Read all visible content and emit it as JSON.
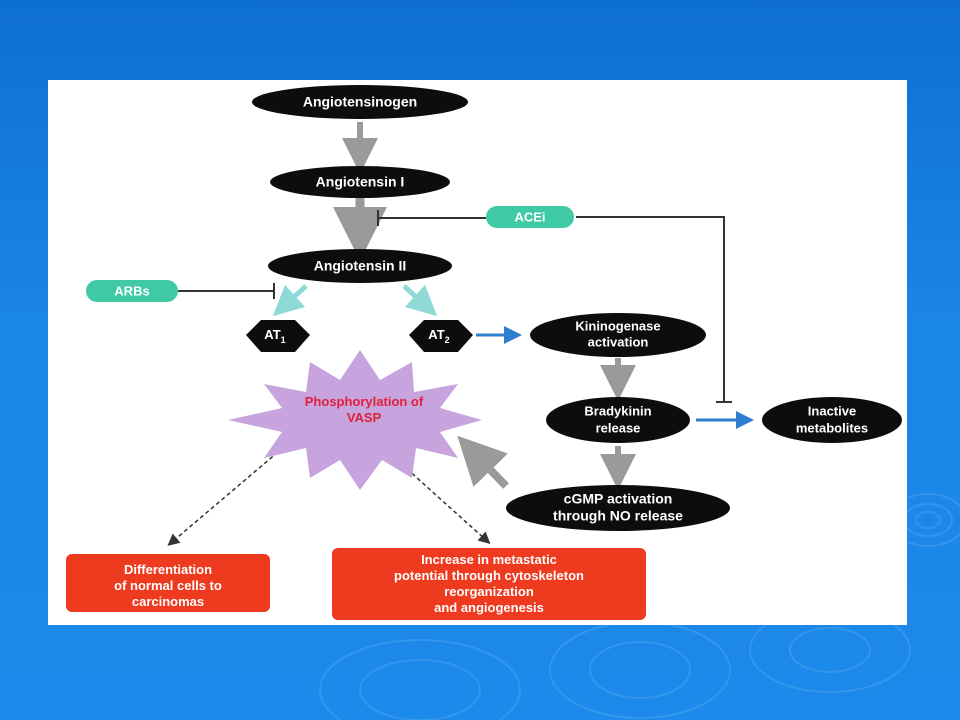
{
  "colors": {
    "background": "#1580e0",
    "node_fill": "#0d0d0d",
    "inhibitor_fill": "#3fc9a4",
    "arrow_gray": "#9a9a9a",
    "arrow_blue": "#2f7fd0",
    "arrow_teal": "#8fdad6",
    "star_fill": "#c8a4de",
    "star_text": "#e0203a",
    "outcome_fill": "#ee3a1e"
  },
  "nodes": {
    "angiotensinogen": "Angiotensinogen",
    "angiotensin_1": "Angiotensin I",
    "angiotensin_2": "Angiotensin II",
    "at1": "AT",
    "at1_sub": "1",
    "at2": "AT",
    "at2_sub": "2",
    "kininogenase_line1": "Kininogenase",
    "kininogenase_line2": "activation",
    "bradykinin_line1": "Bradykinin",
    "bradykinin_line2": "release",
    "inactive_line1": "Inactive",
    "inactive_line2": "metabolites",
    "cgmp_line1": "cGMP activation",
    "cgmp_line2": "through NO release"
  },
  "inhibitors": {
    "acei": "ACEi",
    "arbs": "ARBs"
  },
  "central": {
    "line1": "Phosphorylation of",
    "line2": "VASP"
  },
  "outcomes": {
    "left": [
      "Differentiation",
      "of normal cells to",
      "carcinomas"
    ],
    "right": [
      "Increase in metastatic",
      "potential through cytoskeleton",
      "reorganization",
      "and angiogenesis"
    ]
  }
}
